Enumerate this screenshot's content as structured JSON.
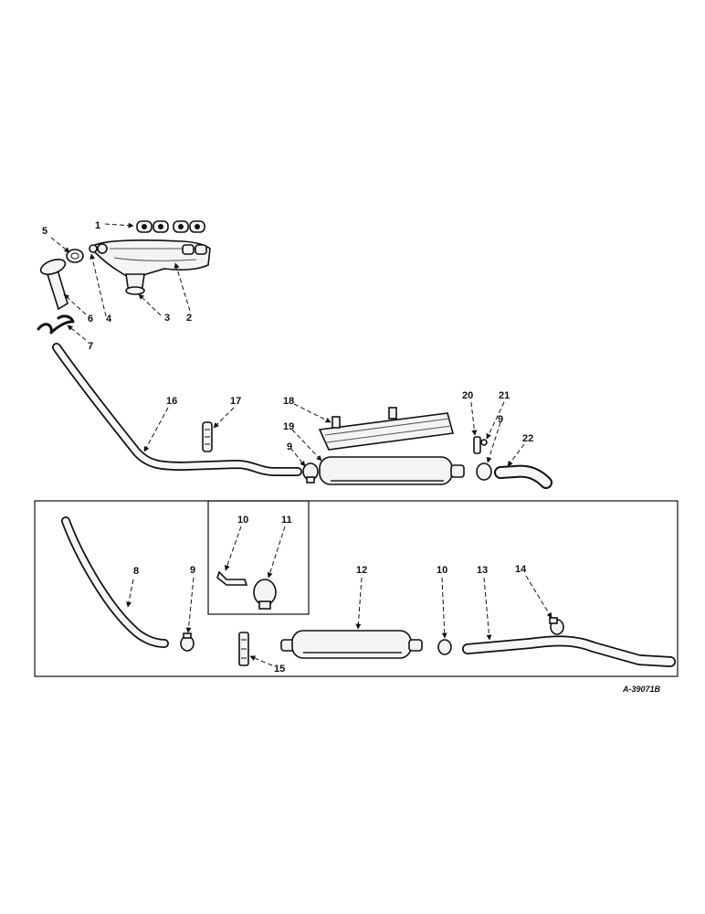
{
  "callouts": {
    "c1": "1",
    "c2": "2",
    "c3": "3",
    "c4": "4",
    "c5": "5",
    "c6": "6",
    "c7": "7",
    "c8": "8",
    "c9a": "9",
    "c9b": "9",
    "c9c": "9",
    "c10a": "10",
    "c10b": "10",
    "c11": "11",
    "c12": "12",
    "c13": "13",
    "c14": "14",
    "c15": "15",
    "c16": "16",
    "c17": "17",
    "c18": "18",
    "c19": "19",
    "c20": "20",
    "c21": "21",
    "c22": "22"
  },
  "figure_ref": "A-39071B",
  "colors": {
    "ink": "#111111",
    "paper": "#ffffff"
  }
}
